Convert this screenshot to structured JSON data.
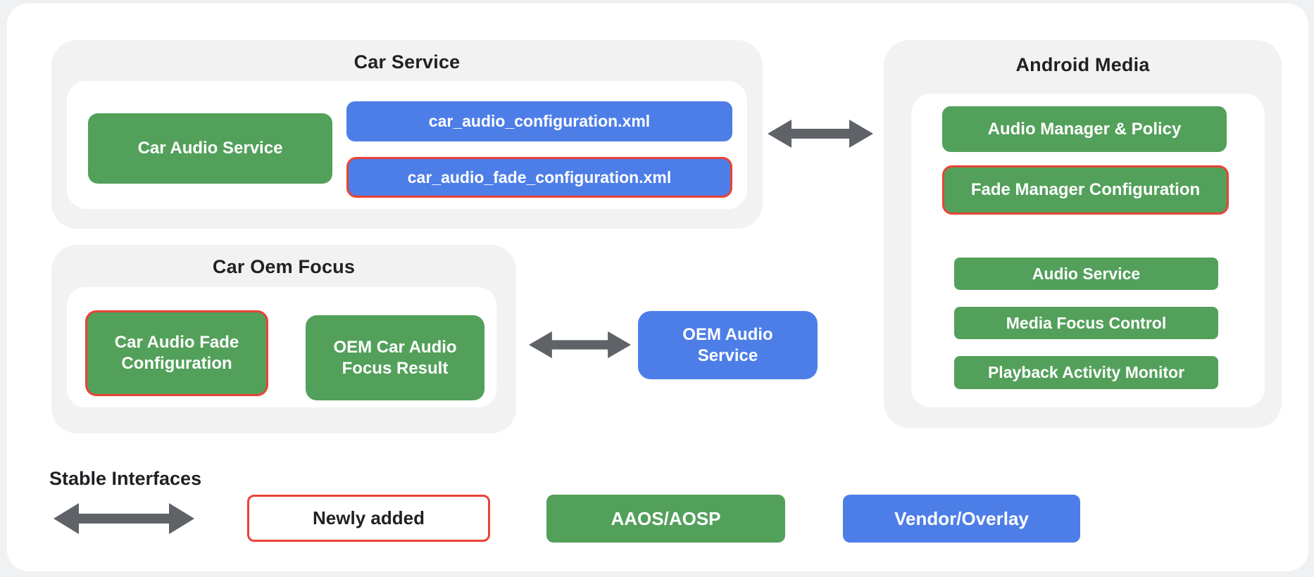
{
  "colors": {
    "green": "#53A05B",
    "blue": "#4D7EE8",
    "red": "#E94335",
    "arrow_gray": "#5F6368",
    "container_gray": "#F2F2F2",
    "card_white": "#FFFFFF",
    "page_background": "#F0F1F3",
    "text_dark": "#202124",
    "text_light": "#FFFFFF"
  },
  "groups": {
    "car_service": {
      "title": "Car Service",
      "items": {
        "car_audio_service": "Car Audio Service",
        "config_xml": "car_audio_configuration.xml",
        "fade_config_xml": "car_audio_fade_configuration.xml"
      }
    },
    "android_media": {
      "title": "Android Media",
      "items": {
        "audio_manager": "Audio Manager & Policy",
        "fade_manager": "Fade Manager Configuration",
        "audio_service": "Audio Service",
        "media_focus": "Media Focus Control",
        "playback": "Playback Activity Monitor"
      }
    },
    "car_oem_focus": {
      "title": "Car Oem Focus",
      "items": {
        "fade_config": "Car Audio Fade Configuration",
        "focus_result": "OEM Car Audio Focus Result"
      }
    },
    "oem_audio_service": {
      "label": "OEM Audio Service"
    }
  },
  "legend": {
    "stable_interfaces_label": "Stable Interfaces",
    "newly_added_label": "Newly added",
    "aaos_label": "AAOS/AOSP",
    "vendor_label": "Vendor/Overlay"
  }
}
